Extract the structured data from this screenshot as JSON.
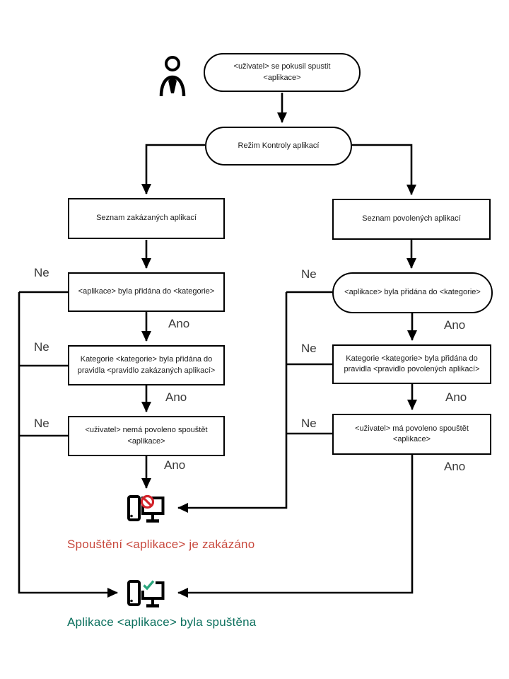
{
  "flowchart": {
    "labels": {
      "yes": "Ano",
      "no": "Ne"
    },
    "nodes": {
      "start": "<uživatel> se pokusil spustit <aplikace>",
      "mode": "Režim Kontroly aplikací",
      "denylist": "Seznam zakázaných aplikací",
      "allowlist": "Seznam povolených aplikací",
      "deny_category": "<aplikace> byla přidána do <kategorie>",
      "allow_category": "<aplikace> byla přidána do <kategorie>",
      "deny_rule": "Kategorie <kategorie> byla přidána do pravidla <pravidlo zakázaných aplikací>",
      "allow_rule": "Kategorie <kategorie> byla přidána do pravidla <pravidlo povolených aplikací>",
      "deny_user": "<uživatel> nemá povoleno spouštět <aplikace>",
      "allow_user": "<uživatel> má povoleno spouštět <aplikace>"
    },
    "outcomes": {
      "blocked": {
        "text": "Spouštění <aplikace> je zakázáno",
        "color": "#c8493e"
      },
      "launched": {
        "text": "Aplikace <aplikace> byla spuštěna",
        "color": "#0c705e"
      }
    },
    "icons": {
      "user": "user-icon",
      "blocked_pc": "computer-blocked-icon",
      "launched_pc": "computer-launched-icon"
    },
    "colors": {
      "line": "#000000",
      "prohibition_red": "#d2232a",
      "check_green": "#2aa67d"
    }
  }
}
